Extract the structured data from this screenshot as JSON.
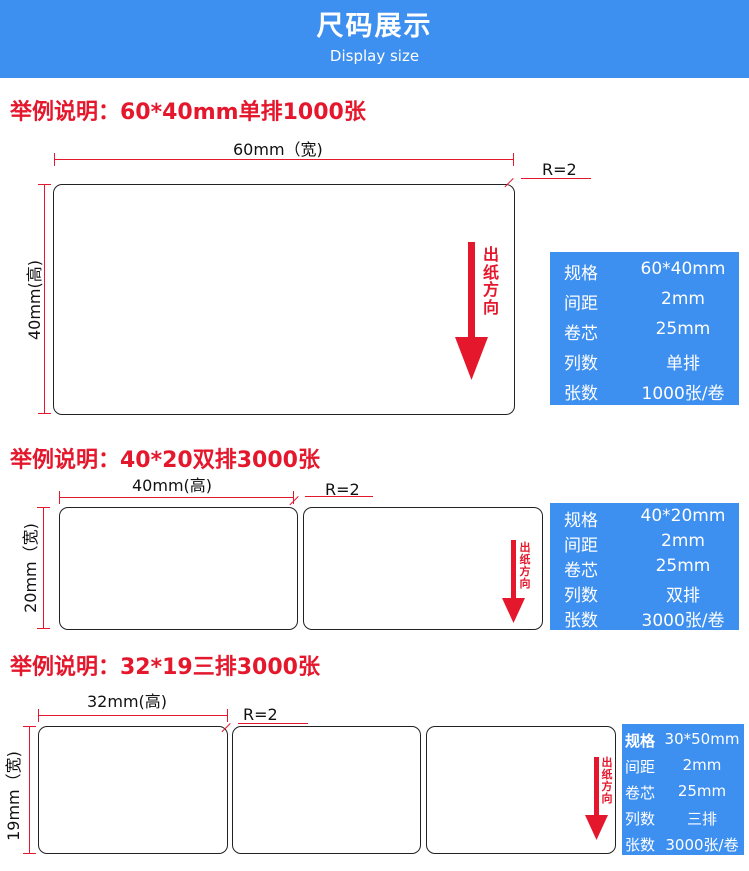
{
  "header": {
    "title": "尺码展示",
    "subtitle": "Display size"
  },
  "examples": [
    {
      "title": "举例说明：60*40mm单排1000张",
      "width_label": "60mm（宽)",
      "height_label": "40mm(高)",
      "radius_label": "R=2",
      "feed_label": [
        "出",
        "纸",
        "方",
        "向"
      ],
      "specs": [
        {
          "key": "规格",
          "value": "60*40mm"
        },
        {
          "key": "间距",
          "value": "2mm"
        },
        {
          "key": "卷芯",
          "value": "25mm"
        },
        {
          "key": "列数",
          "value": "单排"
        },
        {
          "key": "张数",
          "value": "1000张/卷"
        }
      ]
    },
    {
      "title": "举例说明：40*20双排3000张",
      "width_label": "40mm(高)",
      "height_label": "20mm（宽)",
      "radius_label": "R=2",
      "feed_label": [
        "出",
        "纸",
        "方",
        "向"
      ],
      "specs": [
        {
          "key": "规格",
          "value": "40*20mm"
        },
        {
          "key": "间距",
          "value": "2mm"
        },
        {
          "key": "卷芯",
          "value": "25mm"
        },
        {
          "key": "列数",
          "value": "双排"
        },
        {
          "key": "张数",
          "value": "3000张/卷"
        }
      ]
    },
    {
      "title": "举例说明：32*19三排3000张",
      "width_label": "32mm(高)",
      "height_label": "19mm（宽)",
      "radius_label": "R=2",
      "feed_label": [
        "出",
        "纸",
        "方",
        "向"
      ],
      "specs": [
        {
          "key": "规格",
          "value": "30*50mm"
        },
        {
          "key": "间距",
          "value": "2mm"
        },
        {
          "key": "卷芯",
          "value": "25mm"
        },
        {
          "key": "列数",
          "value": "三排"
        },
        {
          "key": "张数",
          "value": "3000张/卷"
        }
      ]
    }
  ]
}
